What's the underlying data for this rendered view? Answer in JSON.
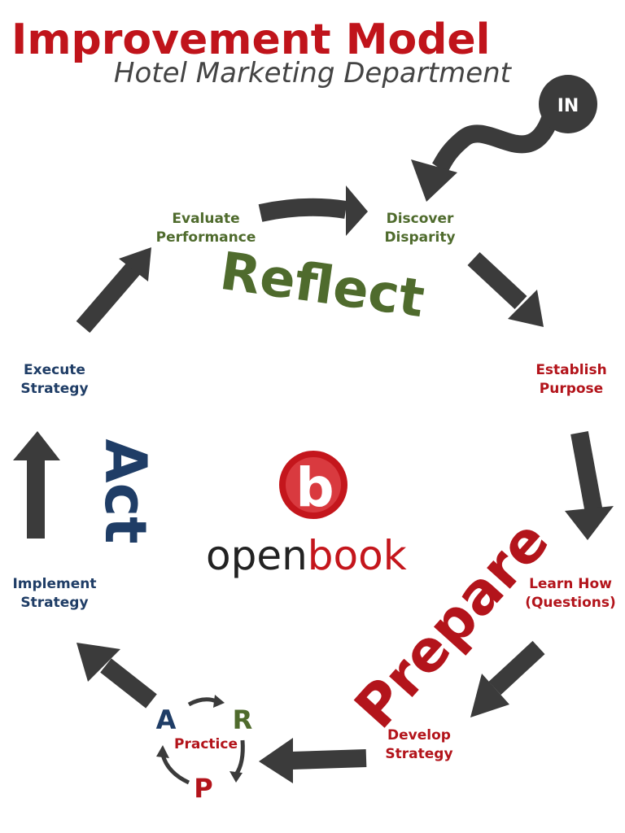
{
  "header": {
    "title": "Improvement Model",
    "subtitle": "Hotel Marketing Department"
  },
  "entry": {
    "label": "IN"
  },
  "phases": {
    "reflect": "Reflect",
    "prepare": "Prepare",
    "act": "Act"
  },
  "steps": {
    "evaluate": [
      "Evaluate",
      "Performance"
    ],
    "discover": [
      "Discover",
      "Disparity"
    ],
    "establish": [
      "Establish",
      "Purpose"
    ],
    "learn": [
      "Learn How",
      "(Questions)"
    ],
    "develop": [
      "Develop",
      "Strategy"
    ],
    "implement": [
      "Implement",
      "Strategy"
    ],
    "execute": [
      "Execute",
      "Strategy"
    ]
  },
  "practice": {
    "label": "Practice",
    "a": "A",
    "r": "R",
    "p": "P"
  },
  "logo": {
    "mark": "b",
    "word_left": "open",
    "word_right": "book"
  },
  "colors": {
    "title_red": "#c0141b",
    "reflect_green": "#4f6b2d",
    "prepare_red": "#b3141b",
    "act_blue": "#1f3d66",
    "arrow_gray": "#3b3b3b"
  }
}
